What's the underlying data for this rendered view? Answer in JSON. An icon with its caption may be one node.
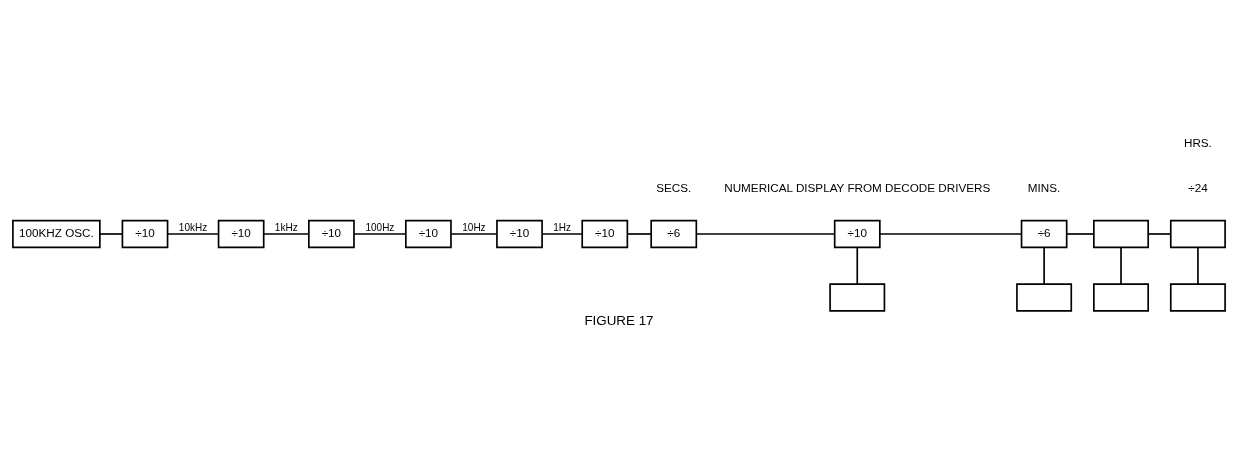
{
  "diagram": {
    "caption": "FIGURE 17",
    "nodes": [
      {
        "text": [
          "100KHZ OSC."
        ]
      },
      {
        "text": [
          "÷10"
        ]
      },
      {
        "text": [
          "÷10"
        ]
      },
      {
        "text": [
          "÷10"
        ]
      },
      {
        "text": [
          "÷10"
        ]
      },
      {
        "text": [
          "÷10"
        ]
      },
      {
        "text": [
          "÷10"
        ]
      },
      {
        "text": [
          "÷6"
        ]
      },
      {
        "text": [
          "÷10"
        ]
      },
      {
        "text": [
          "÷6"
        ]
      },
      {
        "text": [],
        "shape": "box"
      },
      {
        "text": [],
        "shape": "box"
      },
      {
        "text": [],
        "shape": "box"
      },
      {
        "text": [],
        "shape": "box"
      },
      {
        "text": [],
        "shape": "box"
      },
      {
        "text": [],
        "shape": "box"
      }
    ],
    "edges": [
      {
        "from": 0,
        "to": 1,
        "arrow": "none"
      },
      {
        "from": 1,
        "to": 2,
        "arrow": "none",
        "label": "10kHz"
      },
      {
        "from": 2,
        "to": 3,
        "arrow": "none",
        "label": "1kHz"
      },
      {
        "from": 3,
        "to": 4,
        "arrow": "none",
        "label": "100Hz"
      },
      {
        "from": 4,
        "to": 5,
        "arrow": "none",
        "label": "10Hz"
      },
      {
        "from": 5,
        "to": 6,
        "arrow": "none",
        "label": "1Hz"
      },
      {
        "from": 6,
        "to": 7,
        "arrow": "none"
      },
      {
        "from": 7,
        "to": 8,
        "arrow": "none"
      },
      {
        "from": 8,
        "to": 9,
        "arrow": "none"
      },
      {
        "from": 9,
        "to": 10,
        "arrow": "none"
      },
      {
        "from": 10,
        "to": 11,
        "arrow": "none"
      },
      {
        "from": 8,
        "to": 12,
        "arrow": "none"
      },
      {
        "from": 9,
        "to": 13,
        "arrow": "none"
      },
      {
        "from": 10,
        "to": 14,
        "arrow": "none"
      },
      {
        "from": 11,
        "to": 15,
        "arrow": "none"
      }
    ],
    "labels": [
      "SECS.",
      "MINS.",
      "÷24",
      "HRS.",
      "NUMERICAL DISPLAY FROM DECODE DRIVERS"
    ]
  }
}
